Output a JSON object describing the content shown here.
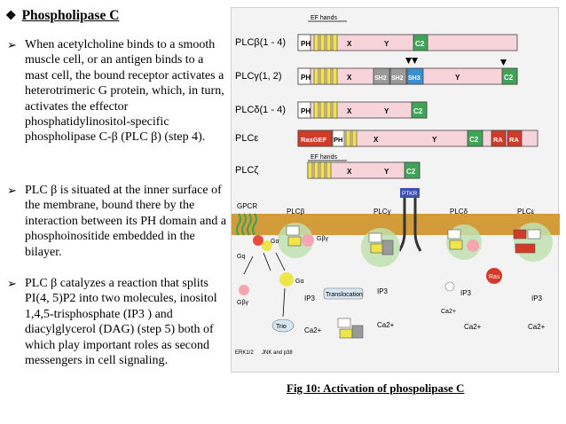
{
  "slide": {
    "title": "Phospholipase C",
    "title_icon": "diamond-bullet-icon",
    "bullets": [
      "When acetylcholine binds to a smooth muscle cell, or an antigen binds to a mast cell, the bound receptor activates a heterotrimeric G protein, which, in turn, activates the effector phosphatidylinositol-specific phospholipase C-β (PLC β) (step 4).",
      "PLC β is situated at the inner surface of the membrane, bound there by the interaction between its PH domain and a phosphoinositide embedded in the bilayer.",
      "PLC β catalyzes a reaction that splits PI(4, 5)P2 into two molecules, inositol 1,4,5-trisphosphate (IP3 ) and diacylglycerol (DAG) (step 5) both of which play important roles as second messengers in cell signaling."
    ],
    "caption": "Fig 10: Activation of phospolipase C"
  },
  "figure": {
    "ef_hands": "EF hands",
    "isoforms": [
      {
        "name": "PLCβ(1 - 4)",
        "domains": [
          "PH",
          "X",
          "Y",
          "C2"
        ]
      },
      {
        "name": "PLCγ(1, 2)",
        "domains": [
          "PH",
          "X",
          "SH2",
          "SH2",
          "SH3",
          "Y",
          "C2"
        ]
      },
      {
        "name": "PLCδ(1 - 4)",
        "domains": [
          "PH",
          "X",
          "Y",
          "C2"
        ]
      },
      {
        "name": "PLCε",
        "domains": [
          "RasGEF",
          "PH",
          "X",
          "Y",
          "C2",
          "RA",
          "RA"
        ]
      },
      {
        "name": "PLCζ",
        "domains": [
          "X",
          "Y",
          "C2"
        ]
      }
    ],
    "labels": {
      "gpcr": "GPCR",
      "ptkr": "PTKR",
      "plcb": "PLCβ",
      "plcg": "PLCγ",
      "plcd": "PLCδ",
      "plce": "PLCε",
      "galpha": "Gα",
      "gbg": "Gβγ",
      "gq": "Gq",
      "galpha2": "Gα",
      "gbg2": "Gβγ",
      "trio": "Trio",
      "erk": "ERK1/2",
      "jnk": "JNK and p38",
      "translocation": "Translocation",
      "ras": "Ras",
      "ip3": "IP3",
      "ca": "Ca2+"
    }
  }
}
